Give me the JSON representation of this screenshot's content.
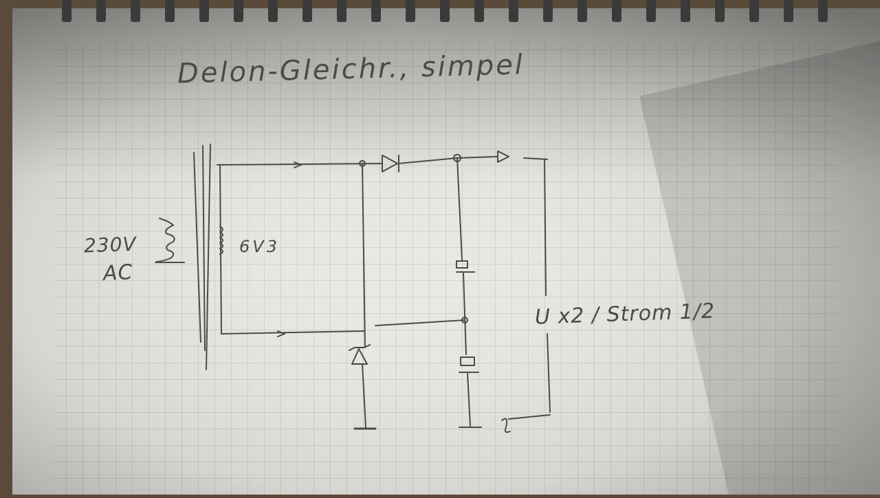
{
  "title": "Delon-Gleichr., simpel",
  "labels": {
    "input_voltage": "230V",
    "input_type": "AC",
    "secondary_voltage": "6V3",
    "note": "U x2 / Strom 1/2"
  },
  "colors": {
    "paper": "#e9e8e3",
    "grid": "#b9bcc6",
    "ink": "#4a4a48",
    "spiral": "#3a3a3a"
  },
  "components": [
    "transformer-icon",
    "diode-icon",
    "zener-diode-icon",
    "capacitor-icon",
    "ground-icon",
    "output-terminal-icon"
  ]
}
